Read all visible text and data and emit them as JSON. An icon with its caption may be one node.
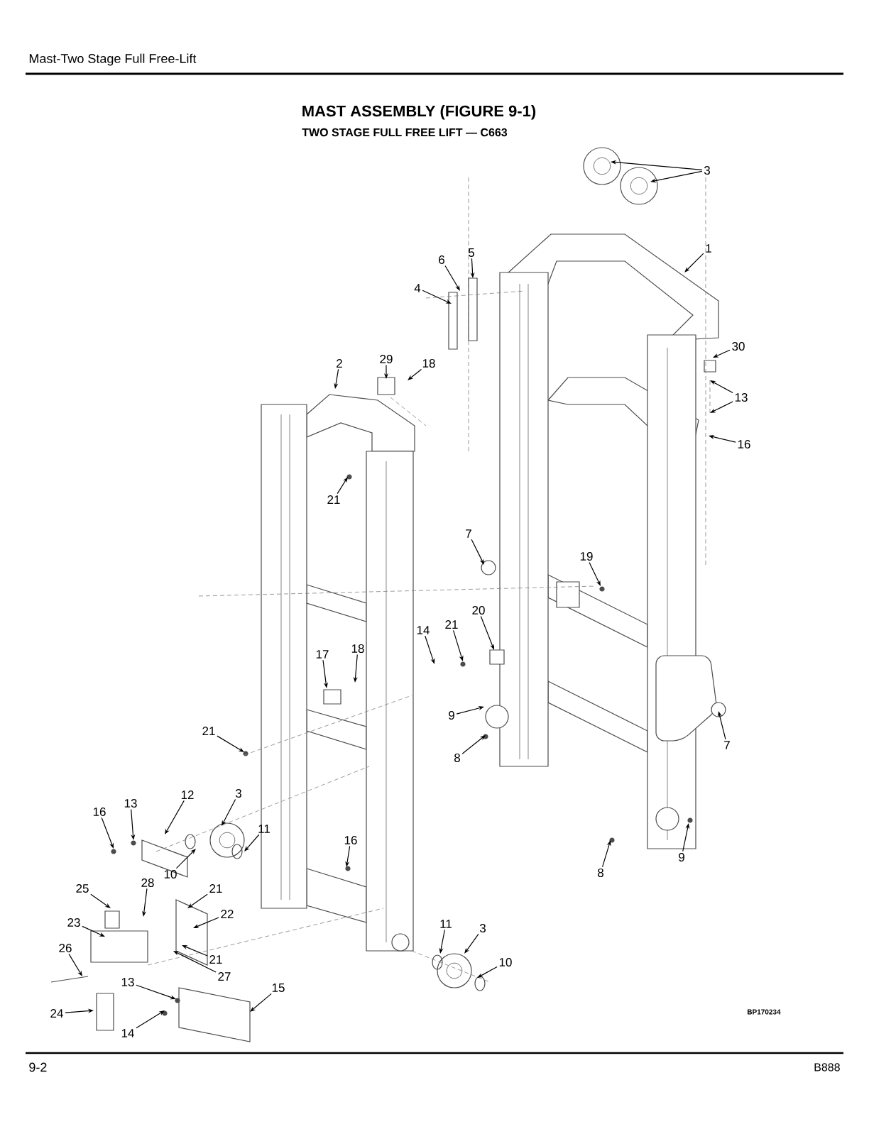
{
  "diagram": {
    "title": "MAST ASSEMBLY (FIGURE 9-1)",
    "nodes": [
      {
        "text": [
          "3"
        ]
      },
      {
        "text": [
          "1"
        ]
      },
      {
        "text": [
          "5"
        ]
      },
      {
        "text": [
          "6"
        ]
      },
      {
        "text": [
          "4"
        ]
      },
      {
        "text": [
          "29"
        ]
      },
      {
        "text": [
          "18"
        ]
      },
      {
        "text": [
          "2"
        ]
      },
      {
        "text": [
          "30"
        ]
      },
      {
        "text": [
          "13"
        ]
      },
      {
        "text": [
          "16"
        ]
      },
      {
        "text": [
          "21"
        ]
      },
      {
        "text": [
          "7"
        ]
      },
      {
        "text": [
          "19"
        ]
      },
      {
        "text": [
          "20"
        ]
      },
      {
        "text": [
          "14"
        ]
      },
      {
        "text": [
          "21"
        ]
      },
      {
        "text": [
          "17"
        ]
      },
      {
        "text": [
          "18"
        ]
      },
      {
        "text": [
          "9"
        ]
      },
      {
        "text": [
          "7"
        ]
      },
      {
        "text": [
          "21"
        ]
      },
      {
        "text": [
          "8"
        ]
      },
      {
        "text": [
          "3"
        ]
      },
      {
        "text": [
          "12"
        ]
      },
      {
        "text": [
          "13"
        ]
      },
      {
        "text": [
          "16"
        ]
      },
      {
        "text": [
          "11"
        ]
      },
      {
        "text": [
          "10"
        ]
      },
      {
        "text": [
          "16"
        ]
      },
      {
        "text": [
          "8"
        ]
      },
      {
        "text": [
          "9"
        ]
      },
      {
        "text": [
          "25"
        ]
      },
      {
        "text": [
          "28"
        ]
      },
      {
        "text": [
          "21"
        ]
      },
      {
        "text": [
          "22"
        ]
      },
      {
        "text": [
          "23"
        ]
      },
      {
        "text": [
          "11"
        ]
      },
      {
        "text": [
          "3"
        ]
      },
      {
        "text": [
          "26"
        ]
      },
      {
        "text": [
          "21"
        ]
      },
      {
        "text": [
          "27"
        ]
      },
      {
        "text": [
          "13"
        ]
      },
      {
        "text": [
          "15"
        ]
      },
      {
        "text": [
          "10"
        ]
      },
      {
        "text": [
          "24"
        ]
      },
      {
        "text": [
          "14"
        ]
      }
    ],
    "edges": [
      {
        "from": 0,
        "to": null,
        "arrow": "to"
      },
      {
        "from": 0,
        "to": null,
        "arrow": "to"
      },
      {
        "from": 1,
        "to": null,
        "arrow": "to"
      },
      {
        "from": 2,
        "to": null,
        "arrow": "to"
      },
      {
        "from": 3,
        "to": null,
        "arrow": "to"
      },
      {
        "from": 4,
        "to": null,
        "arrow": "to"
      },
      {
        "from": 5,
        "to": null,
        "arrow": "to"
      },
      {
        "from": 6,
        "to": null,
        "arrow": "to"
      },
      {
        "from": 7,
        "to": null,
        "arrow": "to"
      },
      {
        "from": 8,
        "to": null,
        "arrow": "to"
      },
      {
        "from": 9,
        "to": null,
        "arrow": "to"
      },
      {
        "from": 9,
        "to": null,
        "arrow": "to"
      },
      {
        "from": 10,
        "to": null,
        "arrow": "to"
      },
      {
        "from": 11,
        "to": null,
        "arrow": "to"
      },
      {
        "from": 12,
        "to": null,
        "arrow": "to"
      },
      {
        "from": 13,
        "to": null,
        "arrow": "to"
      },
      {
        "from": 14,
        "to": null,
        "arrow": "to"
      },
      {
        "from": 15,
        "to": null,
        "arrow": "to"
      },
      {
        "from": 16,
        "to": null,
        "arrow": "to"
      },
      {
        "from": 17,
        "to": null,
        "arrow": "to"
      },
      {
        "from": 18,
        "to": null,
        "arrow": "to"
      },
      {
        "from": 19,
        "to": null,
        "arrow": "to"
      },
      {
        "from": 20,
        "to": null,
        "arrow": "to"
      },
      {
        "from": 21,
        "to": null,
        "arrow": "to"
      },
      {
        "from": 22,
        "to": null,
        "arrow": "to"
      },
      {
        "from": 23,
        "to": null,
        "arrow": "to"
      },
      {
        "from": 24,
        "to": null,
        "arrow": "to"
      },
      {
        "from": 25,
        "to": null,
        "arrow": "to"
      },
      {
        "from": 26,
        "to": null,
        "arrow": "to"
      },
      {
        "from": 27,
        "to": null,
        "arrow": "to"
      },
      {
        "from": 28,
        "to": null,
        "arrow": "to"
      },
      {
        "from": 29,
        "to": null,
        "arrow": "to"
      },
      {
        "from": 30,
        "to": null,
        "arrow": "to"
      },
      {
        "from": 31,
        "to": null,
        "arrow": "to"
      },
      {
        "from": 32,
        "to": null,
        "arrow": "to"
      },
      {
        "from": 33,
        "to": null,
        "arrow": "to"
      },
      {
        "from": 34,
        "to": null,
        "arrow": "to"
      },
      {
        "from": 35,
        "to": null,
        "arrow": "to"
      },
      {
        "from": 36,
        "to": null,
        "arrow": "to"
      },
      {
        "from": 37,
        "to": null,
        "arrow": "to"
      },
      {
        "from": 38,
        "to": null,
        "arrow": "to"
      },
      {
        "from": 39,
        "to": null,
        "arrow": "to"
      },
      {
        "from": 40,
        "to": null,
        "arrow": "to"
      },
      {
        "from": 41,
        "to": null,
        "arrow": "to"
      },
      {
        "from": 42,
        "to": null,
        "arrow": "to"
      },
      {
        "from": 43,
        "to": null,
        "arrow": "to"
      },
      {
        "from": 44,
        "to": null,
        "arrow": "to"
      },
      {
        "from": 45,
        "to": null,
        "arrow": "to"
      },
      {
        "from": 46,
        "to": null,
        "arrow": "to"
      }
    ],
    "labels": [
      "Mast-Two Stage Full Free-Lift",
      "TWO STAGE FULL FREE LIFT — C663",
      "BP170234",
      "9-2",
      "B888"
    ]
  }
}
